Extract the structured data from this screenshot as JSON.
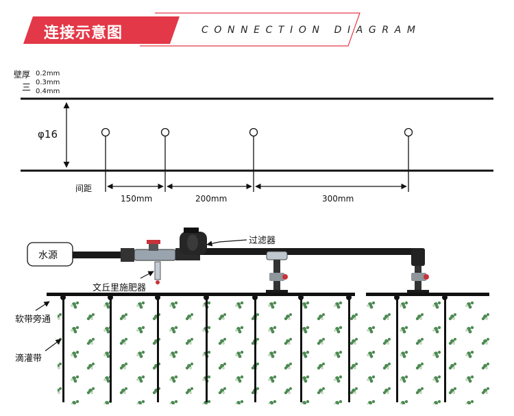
{
  "header": {
    "title_cn": "连接示意图",
    "title_en": "CONNECTION DIAGRAM"
  },
  "pipe_spec": {
    "wall_label": "壁厚",
    "wall_sep": "三",
    "wall_options": [
      "0.2mm",
      "0.3mm",
      "0.4mm"
    ],
    "diameter": "φ16",
    "spacing_label": "间距",
    "spacings": [
      "150mm",
      "200mm",
      "300mm"
    ]
  },
  "system": {
    "water_source": "水源",
    "filter": "过滤器",
    "venturi": "文丘里施肥器",
    "bypass": "软带旁通",
    "drip_tape": "滴灌带"
  },
  "colors": {
    "accent": "#e33848",
    "line": "#111111"
  }
}
